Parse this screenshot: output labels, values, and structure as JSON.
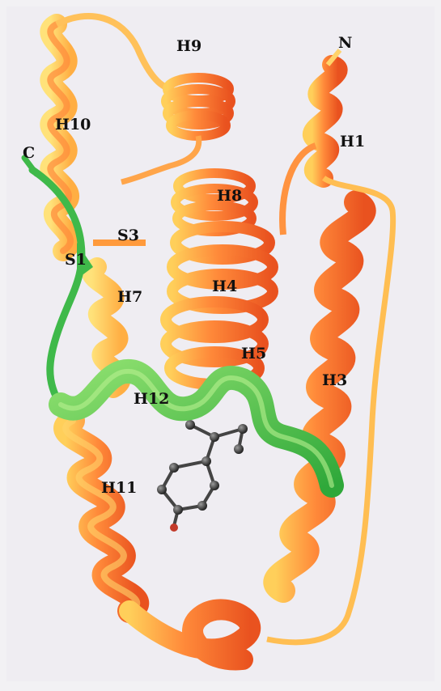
{
  "figure": {
    "colors": {
      "background": "#f2f1f4",
      "helix_main": "#ff6a2f",
      "helix_highlight": "#ffb84a",
      "helix_pale": "#ffd86a",
      "helix_shadow": "#d9461f",
      "helix12": "#48c24a",
      "ligand": "#2a2a2a",
      "label": "#111111"
    },
    "labels": {
      "n_terminus": "N",
      "c_terminus": "C",
      "h1": "H1",
      "h3": "H3",
      "h4": "H4",
      "h5": "H5",
      "h7": "H7",
      "h8": "H8",
      "h9": "H9",
      "h10": "H10",
      "h11": "H11",
      "h12": "H12",
      "s1": "S1",
      "s3": "S3"
    }
  }
}
